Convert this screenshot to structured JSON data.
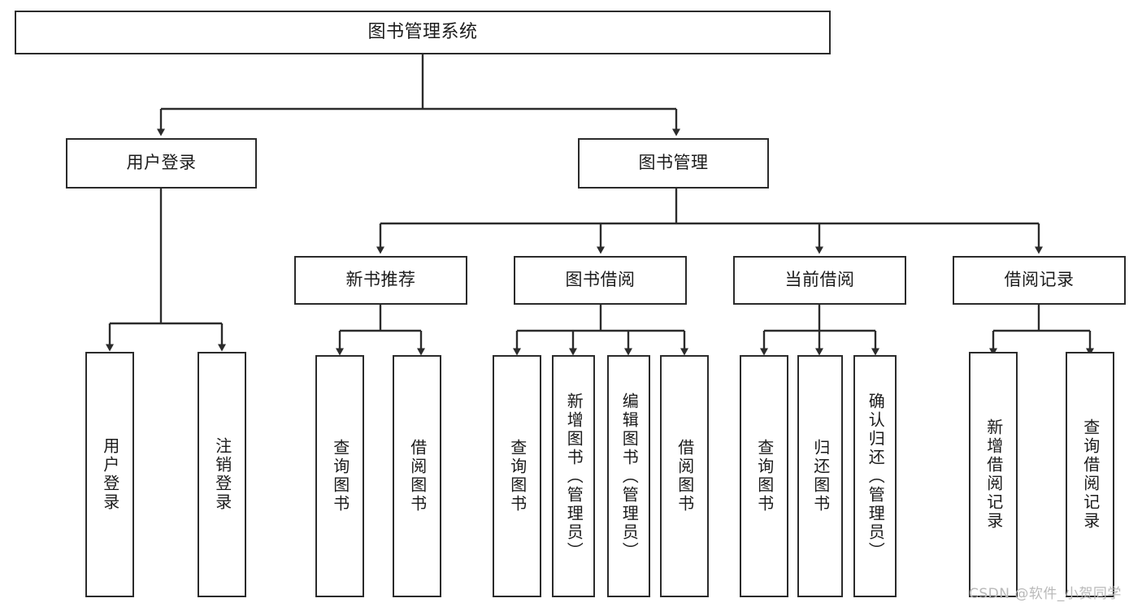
{
  "diagram": {
    "type": "tree-hierarchy",
    "title": "图书管理系统",
    "orientation": "top-down",
    "colors": {
      "stroke": "#2b2b2b",
      "fill": "#ffffff",
      "text": "#1b1b1b",
      "watermark": "#b9b9b9"
    }
  },
  "nodes": {
    "root": {
      "label": "图书管理系统"
    },
    "level2": [
      {
        "id": "user-login",
        "label": "用户登录"
      },
      {
        "id": "book-management",
        "label": "图书管理"
      }
    ],
    "level3": [
      {
        "id": "new-book-recommend",
        "label": "新书推荐"
      },
      {
        "id": "book-borrow",
        "label": "图书借阅"
      },
      {
        "id": "current-borrow",
        "label": "当前借阅"
      },
      {
        "id": "borrow-record",
        "label": "借阅记录"
      }
    ],
    "leaves": {
      "user_login": [
        {
          "id": "leaf-user-login",
          "label": "用户登录"
        },
        {
          "id": "leaf-logout-login",
          "label": "注销登录"
        }
      ],
      "new_book_recommend": [
        {
          "id": "leaf-query-book-1",
          "label": "查询图书"
        },
        {
          "id": "leaf-borrow-book-1",
          "label": "借阅图书"
        }
      ],
      "book_borrow": [
        {
          "id": "leaf-query-book-2",
          "label": "查询图书"
        },
        {
          "id": "leaf-add-book-admin",
          "label": "新增图书（管理员）"
        },
        {
          "id": "leaf-edit-book-admin",
          "label": "编辑图书（管理员）"
        },
        {
          "id": "leaf-borrow-book-2",
          "label": "借阅图书"
        }
      ],
      "current_borrow": [
        {
          "id": "leaf-query-book-3",
          "label": "查询图书"
        },
        {
          "id": "leaf-return-book",
          "label": "归还图书"
        },
        {
          "id": "leaf-confirm-return-admin",
          "label": "确认归还（管理员）"
        }
      ],
      "borrow_record": [
        {
          "id": "leaf-add-borrow-record",
          "label": "新增借阅记录"
        },
        {
          "id": "leaf-query-borrow-record",
          "label": "查询借阅记录"
        }
      ]
    }
  },
  "watermark": {
    "text": "CSDN @软件_小贺同学"
  }
}
